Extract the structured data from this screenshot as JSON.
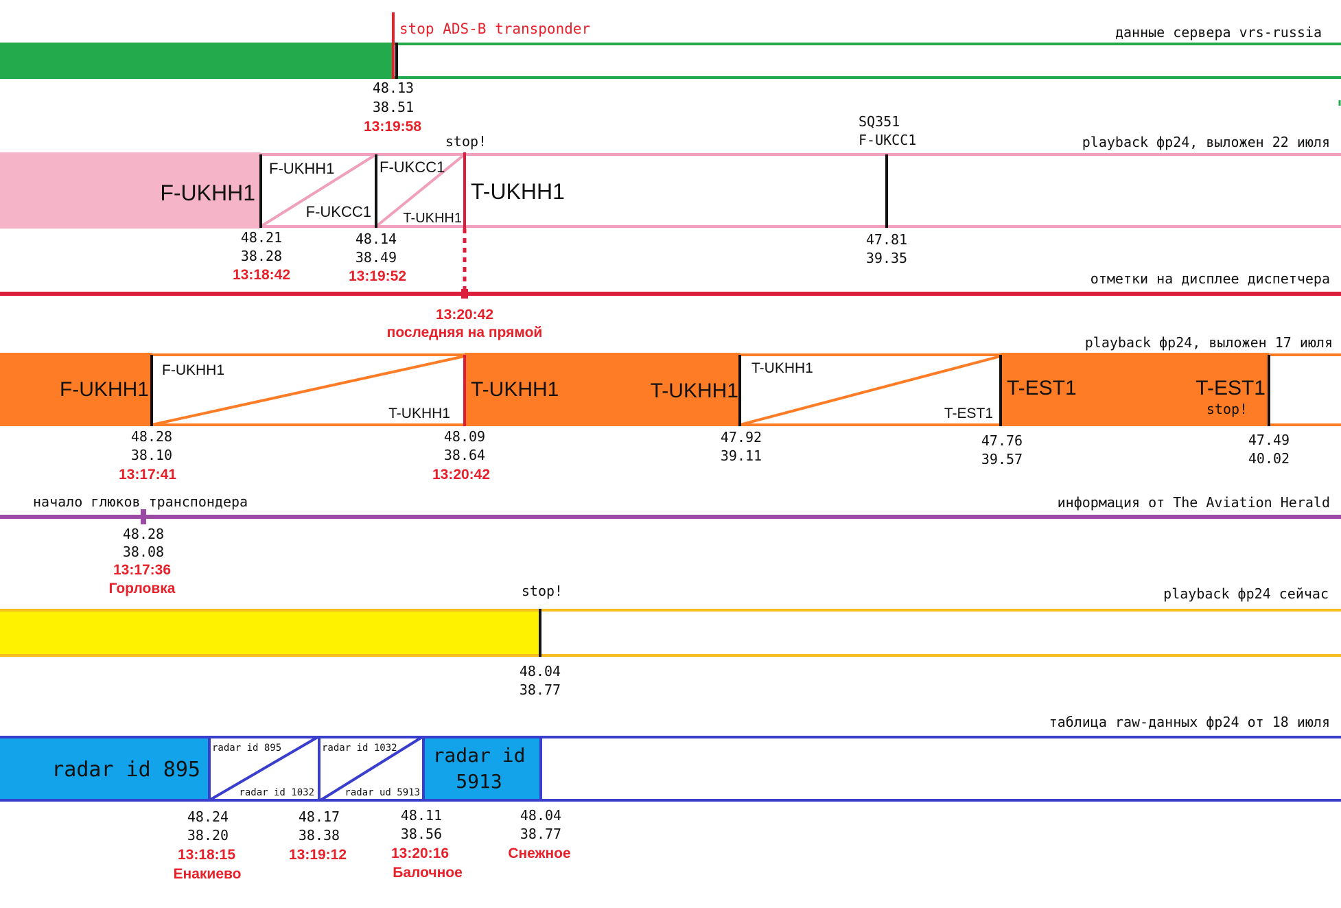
{
  "colors": {
    "green": "#22aa4c",
    "pink": "#f5b4c8",
    "pinkline": "#f0a0bc",
    "crimson": "#dc1e3c",
    "orange": "#ff7c26",
    "purple": "#9b4aa6",
    "yellow": "#fff200",
    "yellowline": "#f5be1e",
    "blue": "#12a3ea",
    "blueline": "#3a3ecc",
    "red": "#e8202a",
    "black": "#111111"
  },
  "track1": {
    "title": "данные сервера vrs-russia",
    "event_label": "stop ADS-B transponder",
    "m1": {
      "lat": "48.13",
      "lon": "38.51",
      "time": "13:19:58"
    }
  },
  "track2": {
    "title": "playback фр24, выложен 22 июля",
    "label_main": "F-UKHH1",
    "d1_top": "F-UKHH1",
    "d1_bottom": "F-UKCC1",
    "d2_top": "F-UKCC1",
    "d2_bottom": "T-UKHH1",
    "label_after": "T-UKHH1",
    "stop_label": "stop!",
    "sq_label1": "SQ351",
    "sq_label2": "F-UKCC1",
    "m1": {
      "lat": "48.21",
      "lon": "38.28",
      "time": "13:18:42"
    },
    "m2": {
      "lat": "48.14",
      "lon": "38.49",
      "time": "13:19:52"
    },
    "m3": {
      "lat": "47.81",
      "lon": "39.35"
    }
  },
  "track3": {
    "title": "отметки на дисплее диспетчера",
    "m1_time": "13:20:42",
    "m1_note": "последняя на прямой"
  },
  "track4": {
    "title": "playback фр24, выложен 17 июля",
    "label1": "F-UKHH1",
    "d1_top": "F-UKHH1",
    "d1_bottom": "T-UKHH1",
    "label2": "T-UKHH1",
    "label3": "T-UKHH1",
    "d2_top": "T-UKHH1",
    "d2_bottom": "T-EST1",
    "label4": "T-EST1",
    "label5": "T-EST1",
    "stop_label": "stop!",
    "m1": {
      "lat": "48.28",
      "lon": "38.10",
      "time": "13:17:41"
    },
    "m2": {
      "lat": "48.09",
      "lon": "38.64",
      "time": "13:20:42"
    },
    "m3": {
      "lat": "47.92",
      "lon": "39.11"
    },
    "m4": {
      "lat": "47.76",
      "lon": "39.57"
    },
    "m5": {
      "lat": "47.49",
      "lon": "40.02"
    }
  },
  "track5": {
    "title": "информация от The Aviation Herald",
    "event_label": "начало глюков транспондера",
    "m1": {
      "lat": "48.28",
      "lon": "38.08",
      "time": "13:17:36",
      "place": "Горловка"
    }
  },
  "track6": {
    "title": "playback фр24 сейчас",
    "stop_label": "stop!",
    "m1": {
      "lat": "48.04",
      "lon": "38.77"
    }
  },
  "track7": {
    "title": "таблица raw-данных фр24 от 18 июля",
    "label1": "radar id 895",
    "d1_top": "radar id 895",
    "d1_bottom": "radar id 1032",
    "d2_top": "radar id 1032",
    "d2_bottom": "radar ud 5913",
    "label2_line1": "radar id",
    "label2_line2": "5913",
    "m1": {
      "lat": "48.24",
      "lon": "38.20",
      "time": "13:18:15",
      "place": "Енакиево"
    },
    "m2": {
      "lat": "48.17",
      "lon": "38.38",
      "time": "13:19:12"
    },
    "m3": {
      "lat": "48.11",
      "lon": "38.56",
      "time": "13:20:16",
      "place": "Балочное"
    },
    "m4": {
      "lat": "48.04",
      "lon": "38.77",
      "place": "Снежное"
    }
  }
}
